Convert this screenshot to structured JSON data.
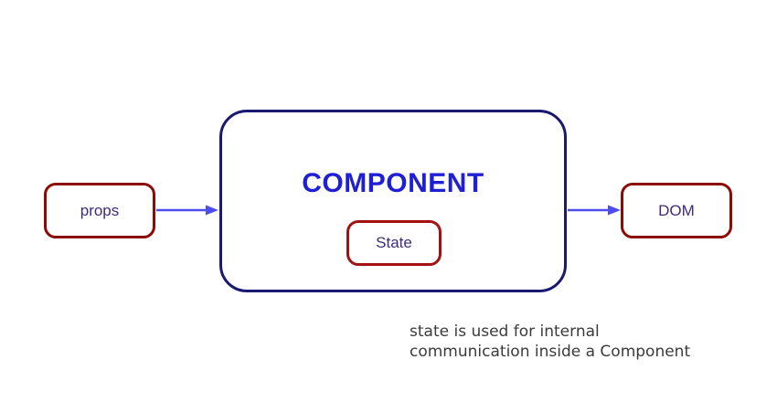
{
  "diagram": {
    "nodes": {
      "props": {
        "label": "props"
      },
      "component": {
        "label": "COMPONENT"
      },
      "state": {
        "label": "State"
      },
      "dom": {
        "label": "DOM"
      }
    },
    "arrows": [
      {
        "name": "props-to-component",
        "direction": "right"
      },
      {
        "name": "component-to-dom",
        "direction": "right"
      }
    ],
    "caption": {
      "line1": "state is used for internal",
      "line2": "communication inside a Component"
    }
  },
  "colors": {
    "box-border-red": "#8b0b06",
    "state-border-red": "#a31111",
    "component-border": "#191970",
    "component-title": "#1f1fd3",
    "node-label": "#3e2b7e",
    "arrow": "#4d4dee",
    "caption-text": "#3b3b3b",
    "background": "#ffffff"
  }
}
